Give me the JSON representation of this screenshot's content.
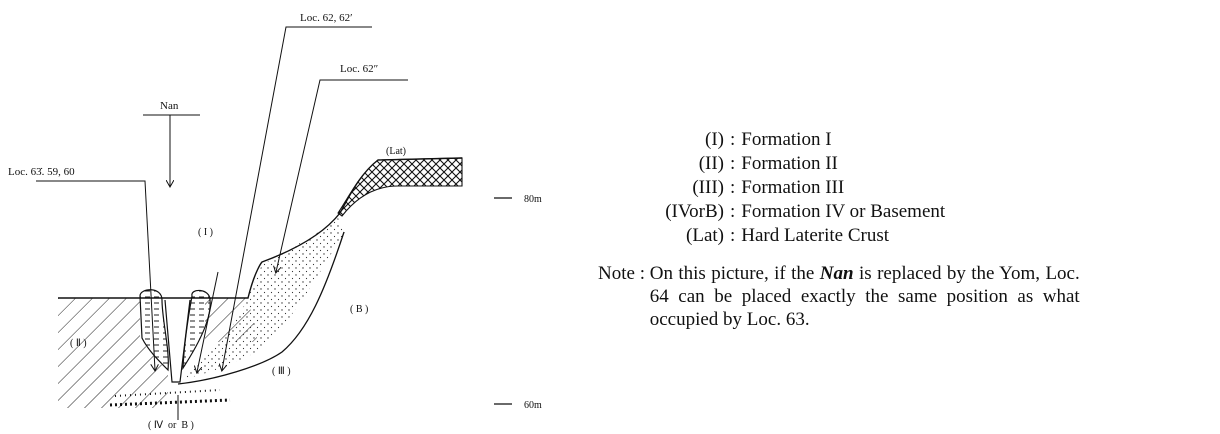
{
  "labels": {
    "loc_62": "Loc. 62, 62′",
    "loc_62b": "Loc. 62″",
    "loc_63": "Loc. 63̇. 59, 60",
    "nan": "Nan",
    "lat": "(Lat)",
    "i": "( I )",
    "ii": "( Ⅱ )",
    "iii": "( Ⅲ )",
    "b": "( B )",
    "ivb": "( Ⅳ  or  B )",
    "m80": "80m",
    "m60": "60m"
  },
  "legend": [
    {
      "key": "(I)",
      "text": "Formation I"
    },
    {
      "key": "(II)",
      "text": "Formation II"
    },
    {
      "key": "(III)",
      "text": "Formation III"
    },
    {
      "key": "(IVorB)",
      "text": "Formation IV or Basement"
    },
    {
      "key": "(Lat)",
      "text": "Hard Laterite Crust"
    }
  ],
  "note": {
    "key": "Note",
    "sep": ":",
    "before": "On this picture, if the",
    "em": "Nan",
    "after": "is replaced by the Yom, Loc. 64 can be placed exactly the same position as what occupied by Loc. 63."
  }
}
